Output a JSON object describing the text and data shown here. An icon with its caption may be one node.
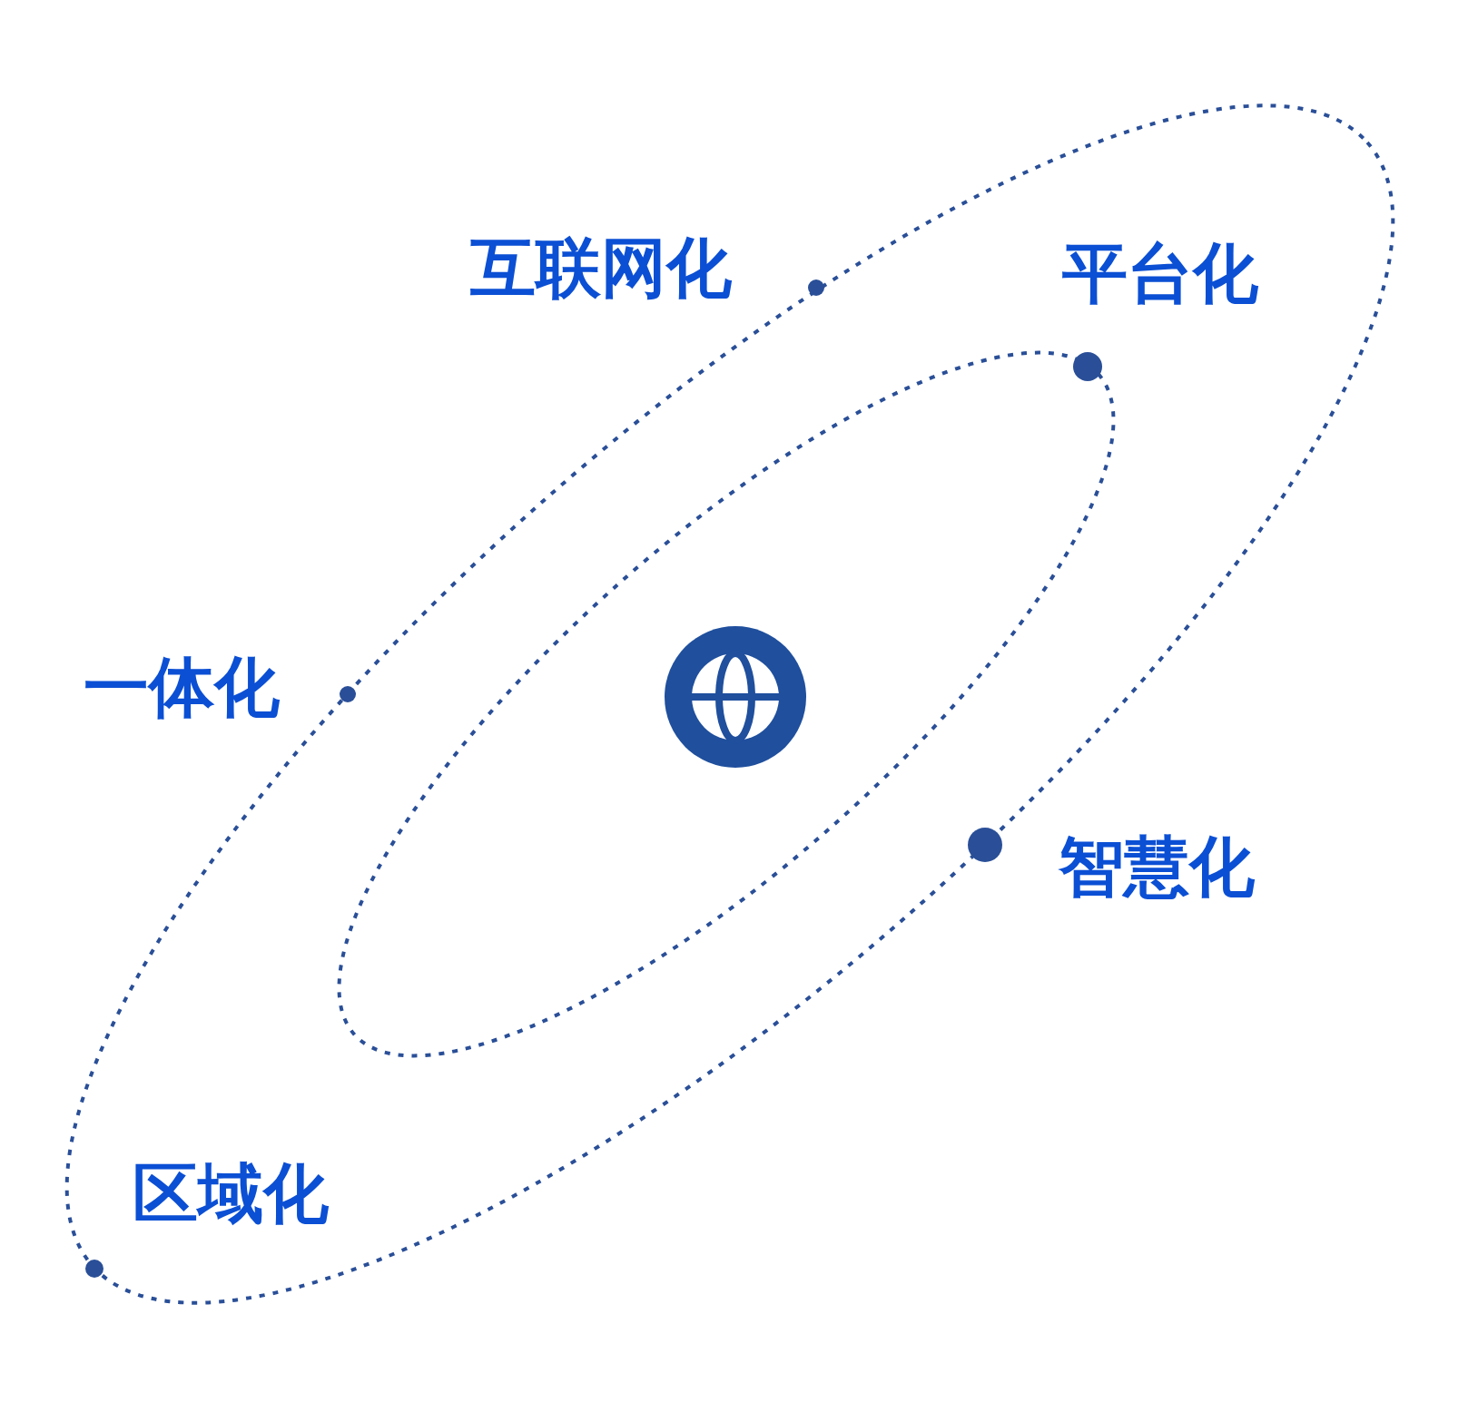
{
  "diagram": {
    "labels": [
      "互联网化",
      "平台化",
      "一体化",
      "智慧化",
      "区域化"
    ]
  }
}
